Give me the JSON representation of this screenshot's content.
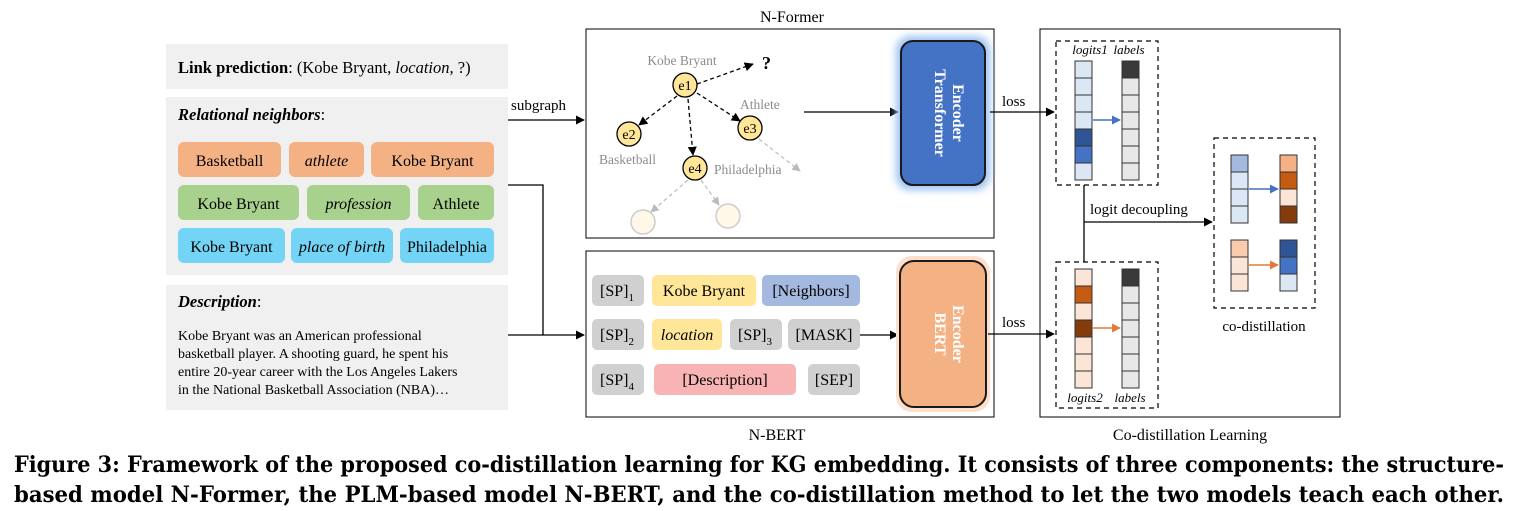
{
  "panels": {
    "nformer_title": "N-Former",
    "nbert_title": "N-BERT",
    "codistill_title": "Co-distillation Learning"
  },
  "link_prediction": {
    "label": "Link prediction",
    "text_prefix": ": (Kobe Bryant, ",
    "relation": "location",
    "text_suffix": ", ?)"
  },
  "relational_neighbors": {
    "heading": "Relational neighbors",
    "colon": ":",
    "rows": [
      [
        "Basketball",
        "athlete",
        "Kobe Bryant"
      ],
      [
        "Kobe Bryant",
        "profession",
        "Athlete"
      ],
      [
        "Kobe Bryant",
        "place of birth",
        "Philadelphia"
      ]
    ]
  },
  "description": {
    "heading": "Description",
    "colon": ":",
    "lines": [
      "Kobe Bryant was an American professional",
      "basketball player. A shooting guard, he spent his",
      "entire 20-year career with the Los Angeles Lakers",
      "in the National Basketball Association (NBA)…"
    ]
  },
  "graph": {
    "nodes": [
      "e1",
      "e2",
      "e3",
      "e4"
    ],
    "labels": {
      "e1": "Kobe Bryant",
      "e2": "Basketball",
      "e3": "Athlete",
      "e4": "Philadelphia",
      "unknown": "?"
    }
  },
  "edges": {
    "subgraph": "subgraph",
    "loss_top": "loss",
    "loss_bottom": "loss",
    "logit_decoupling": "logit decoupling"
  },
  "encoders": {
    "transformer_line1": "Transformer",
    "transformer_line2": "Encoder",
    "bert_line1": "BERT",
    "bert_line2": "Encoder"
  },
  "nbert_tokens": {
    "sp1": "[SP]",
    "sp1_sub": "1",
    "kobe": "Kobe Bryant",
    "neighbors": "[Neighbors]",
    "sp2": "[SP]",
    "sp2_sub": "2",
    "location": "location",
    "sp3": "[SP]",
    "sp3_sub": "3",
    "mask": "[MASK]",
    "sp4": "[SP]",
    "sp4_sub": "4",
    "desc": "[Description]",
    "sep": "[SEP]"
  },
  "logits": {
    "logits1": "logits1",
    "labels1": "labels",
    "logits2": "logits2",
    "labels2": "labels",
    "codistillation": "co-distillation"
  },
  "caption": {
    "line1": "Figure 3: Framework of the proposed co-distillation learning for KG embedding. It consists of three components: the structure-",
    "line2": "based model N-Former, the PLM-based model N-BERT, and the co-distillation method to let the two models teach each other."
  }
}
